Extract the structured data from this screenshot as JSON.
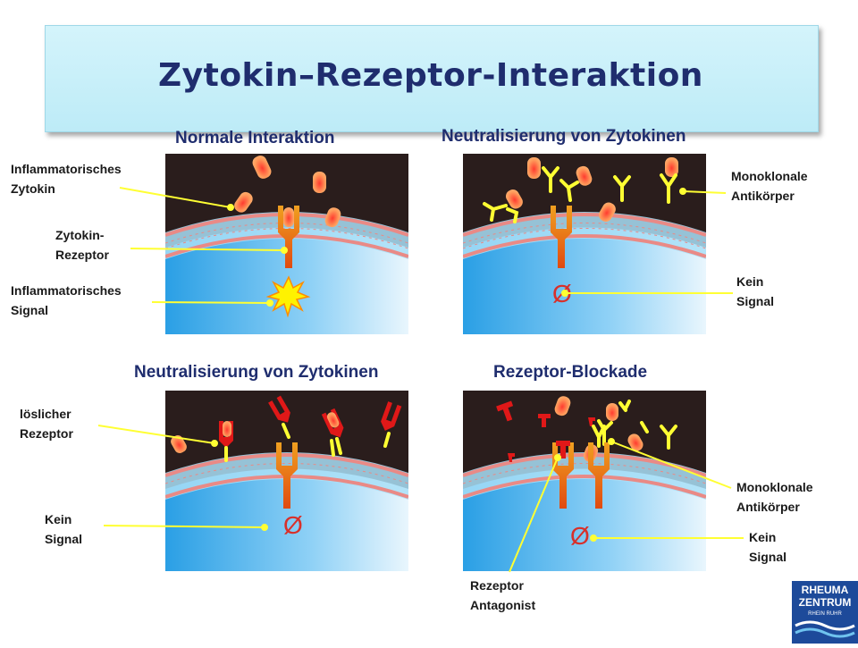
{
  "title": "Zytokin–Rezeptor-Interaktion",
  "panels": {
    "normal": {
      "title": "Normale Interaktion"
    },
    "neutral_top": {
      "title": "Neutralisierung von Zytokinen"
    },
    "neutral_bottom": {
      "title": "Neutralisierung von Zytokinen"
    },
    "blockade": {
      "title": "Rezeptor-Blockade"
    }
  },
  "labels": {
    "inflam_zytokin": [
      "Inflammatorisches",
      "Zytokin"
    ],
    "zytokin_rezeptor": [
      "Zytokin-",
      "Rezeptor"
    ],
    "inflam_signal": [
      "Inflammatorisches",
      "Signal"
    ],
    "mono_top": [
      "Monoklonale",
      "Antikörper"
    ],
    "kein_top": [
      "Kein",
      "Signal"
    ],
    "loeslicher": [
      "löslicher",
      "Rezeptor"
    ],
    "kein_bottom_left": [
      "Kein",
      "Signal"
    ],
    "mono_bottom": [
      "Monoklonale",
      "Antikörper"
    ],
    "kein_bottom_right": [
      "Kein",
      "Signal"
    ],
    "antagonist": [
      "Rezeptor",
      "Antagonist"
    ]
  },
  "no_signal_symbol": "Ø",
  "logo": {
    "line1": "RHEUMA",
    "line2": "ZENTRUM",
    "line3": "RHEIN RUHR"
  },
  "colors": {
    "title": "#1f2d6e",
    "pointer": "#ffff33",
    "cell": "#5ab4ea",
    "space": "#2a1d1c",
    "receptor": "#f07a10"
  }
}
